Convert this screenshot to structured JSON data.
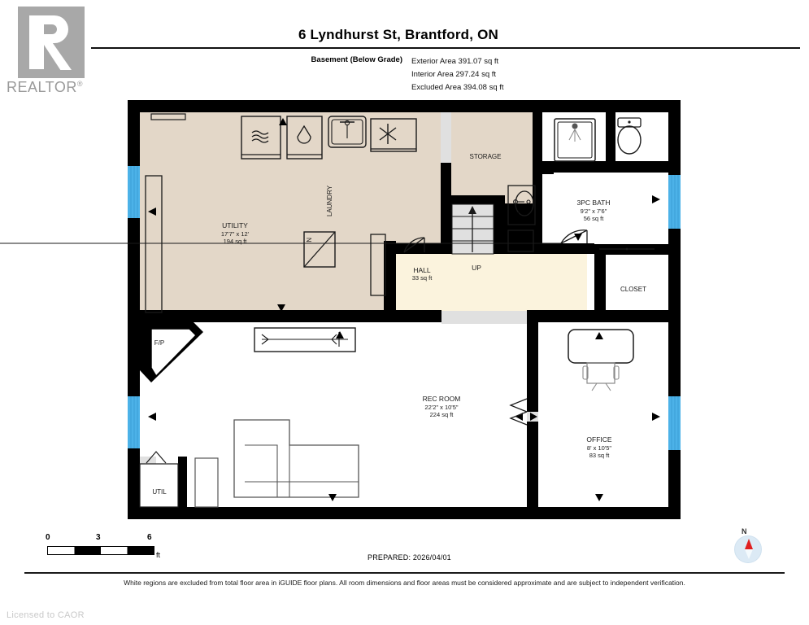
{
  "logo": {
    "word": "REALTOR",
    "registered": "®"
  },
  "header": {
    "title": "6 Lyndhurst St, Brantford, ON",
    "level": "Basement (Below Grade)",
    "areas": [
      "Exterior Area 391.07 sq ft",
      "Interior Area 297.24 sq ft",
      "Excluded Area 394.08 sq ft"
    ]
  },
  "rooms": [
    {
      "name": "UTILITY",
      "dims": "17'7\" x 12'",
      "area": "194 sq ft"
    },
    {
      "name": "LAUNDRY",
      "dims": "",
      "area": ""
    },
    {
      "name": "STORAGE",
      "dims": "",
      "area": ""
    },
    {
      "name": "3PC BATH",
      "dims": "9'2\" x 7'6\"",
      "area": "56 sq ft"
    },
    {
      "name": "CLOSET",
      "dims": "",
      "area": ""
    },
    {
      "name": "HALL",
      "dims": "",
      "area": "33 sq ft"
    },
    {
      "name": "UP",
      "dims": "",
      "area": ""
    },
    {
      "name": "REC ROOM",
      "dims": "22'2\" x 10'5\"",
      "area": "224 sq ft"
    },
    {
      "name": "OFFICE",
      "dims": "8' x 10'5\"",
      "area": "83 sq ft"
    },
    {
      "name": "F/P",
      "dims": "",
      "area": ""
    },
    {
      "name": "UTIL",
      "dims": "",
      "area": ""
    }
  ],
  "footer": {
    "scale_ticks": [
      "0",
      "3",
      "6"
    ],
    "scale_unit": "ft",
    "prepared": "PREPARED: 2026/04/01",
    "compass_north": "N",
    "disclaimer": "White regions are excluded from total floor area in iGUIDE floor plans. All room dimensions and floor areas must be considered approximate and are subject to independent verification.",
    "license": "Licensed to CAOR"
  },
  "colors": {
    "wall": "#000000",
    "excluded_fill": "#ffffff",
    "interior_fill": "#e3d7c8",
    "hall_fill": "#fbf3dd",
    "stair_fill": "#e0e0e0",
    "window": "#4cb2e8",
    "logo_gray": "#a8a8a8",
    "compass_red": "#e02020"
  }
}
